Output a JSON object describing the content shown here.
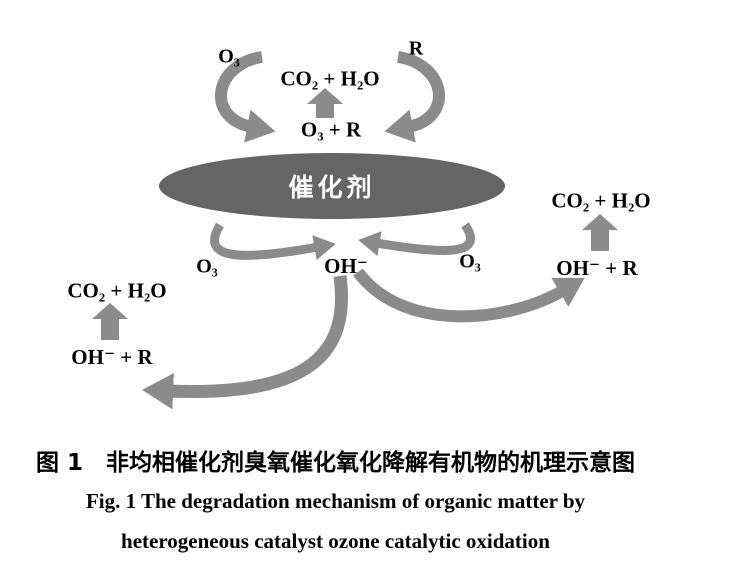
{
  "figure": {
    "labels": {
      "o3_top": "O₃",
      "r_top": "R",
      "co2_h2o_top": "CO₂ + H₂O",
      "o3_r_top": "O₃ + R",
      "catalyst": "催化剂",
      "o3_left": "O₃",
      "oh_center": "OH⁻",
      "o3_right": "O₃",
      "co2_h2o_right": "CO₂ + H₂O",
      "oh_r_right": "OH⁻ + R",
      "co2_h2o_left": "CO₂ + H₂O",
      "oh_r_left": "OH⁻ + R"
    },
    "caption": {
      "zh": "图 1　非均相催化剂臭氧催化氧化降解有机物的机理示意图",
      "en_line1": "Fig. 1  The degradation mechanism of organic matter by",
      "en_line2": "heterogeneous catalyst ozone catalytic oxidation"
    },
    "colors": {
      "arrow": "#8b8b8b",
      "ellipse": "#656565",
      "catalyst_text": "#ffffff",
      "text": "#000000"
    }
  }
}
